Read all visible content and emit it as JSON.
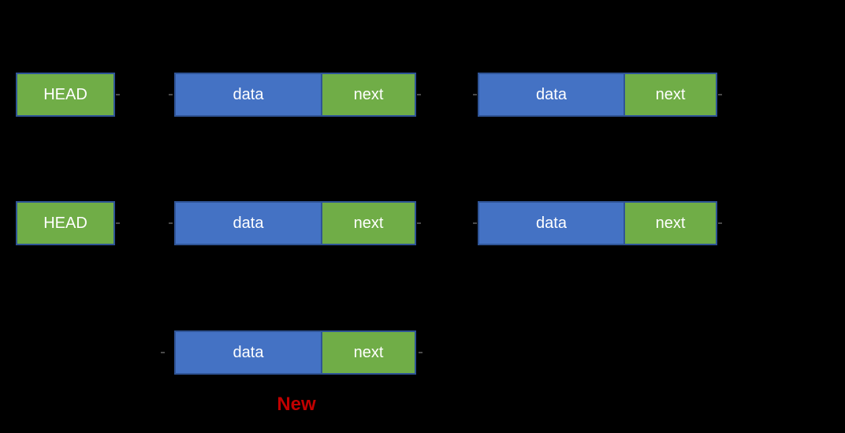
{
  "diagram": {
    "description": "Linked list node insertion diagram",
    "background": "#000000",
    "colors": {
      "data_fill": "#4472C4",
      "next_fill": "#70AD47",
      "head_fill": "#70AD47",
      "border": "#2F5496",
      "label_text": "#FFFFFF",
      "new_text": "#C00000"
    },
    "rows": [
      {
        "head_label": "HEAD",
        "nodes": [
          {
            "data_label": "data",
            "next_label": "next"
          },
          {
            "data_label": "data",
            "next_label": "next"
          }
        ]
      },
      {
        "head_label": "HEAD",
        "nodes": [
          {
            "data_label": "data",
            "next_label": "next"
          },
          {
            "data_label": "data",
            "next_label": "next"
          }
        ]
      }
    ],
    "new_node": {
      "data_label": "data",
      "next_label": "next",
      "caption": "New"
    }
  }
}
